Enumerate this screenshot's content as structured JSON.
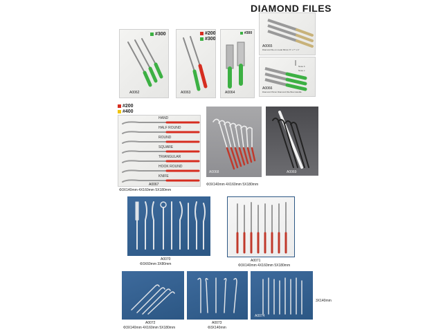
{
  "page": {
    "title": "DIAMOND FILES"
  },
  "colors": {
    "green": "#3cb043",
    "red": "#d62d20",
    "yellow": "#f1c40f"
  },
  "grits": {
    "g300": "#300",
    "g200": "#200",
    "g400": "#400"
  },
  "panels": {
    "A0062": {
      "code": "A0062"
    },
    "A0063": {
      "code": "A0063"
    },
    "A0064": {
      "code": "A0064"
    },
    "A0065": {
      "code": "A0065",
      "caption": "Diamond file on metal 60mm 6\" x 7\" x 1\""
    },
    "A0066": {
      "code": "A0066",
      "caption": "Diamond Pinion Diamond File Bow Handle",
      "notes": [
        "Nose b",
        "Nose c"
      ]
    },
    "A0067": {
      "code": "A0067",
      "dims": "Φ3X140mm  4X160mm  5X180mm",
      "profiles": [
        "HAND",
        "HALF ROUND",
        "ROUND",
        "SQUARE",
        "TRIANGULAR",
        "HOOK ROUND",
        "KNIFE"
      ]
    },
    "A0068": {
      "code": "A0068",
      "dims": "Φ3X140mm  4X160mm  5X180mm"
    },
    "A0069": {
      "code": "A0069"
    },
    "A0070": {
      "code": "A0070",
      "dims": "Φ3X60mm  3X80mm"
    },
    "A0071": {
      "code": "A0071",
      "dims": "Φ3X140mm  4X160mm  5X180mm"
    },
    "A0072": {
      "code": "A0072",
      "dims": "Φ3X140mm  4X160mm  5X180mm"
    },
    "A0073": {
      "code": "A0073",
      "dims": "Φ3X140mm"
    },
    "A0074": {
      "code": "A0074",
      "dims": "3X140mm"
    }
  }
}
